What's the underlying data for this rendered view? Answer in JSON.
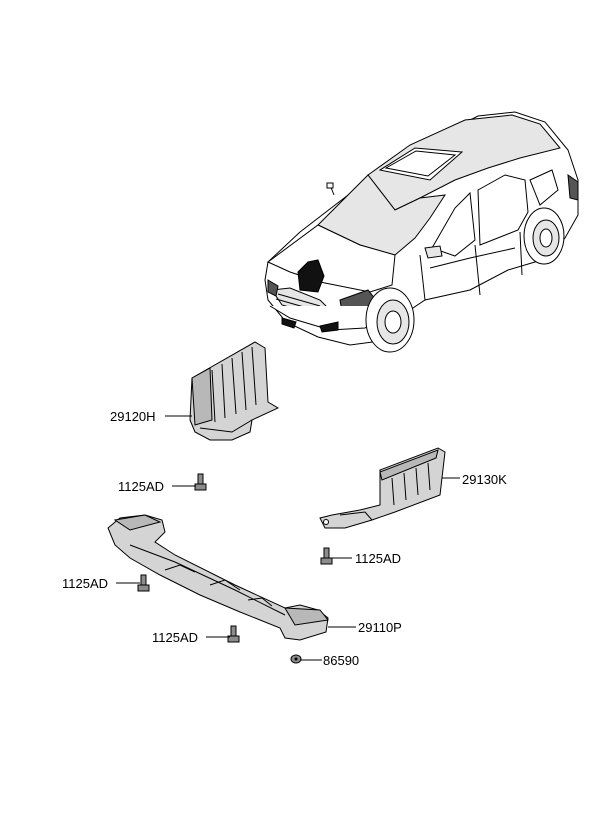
{
  "labels": {
    "front_cover": "29120H",
    "side_cover": "29130K",
    "under_cover": "29110P",
    "bolt_1": "1125AD",
    "bolt_2": "1125AD",
    "bolt_3": "1125AD",
    "bolt_4": "1125AD",
    "clip": "86590"
  }
}
